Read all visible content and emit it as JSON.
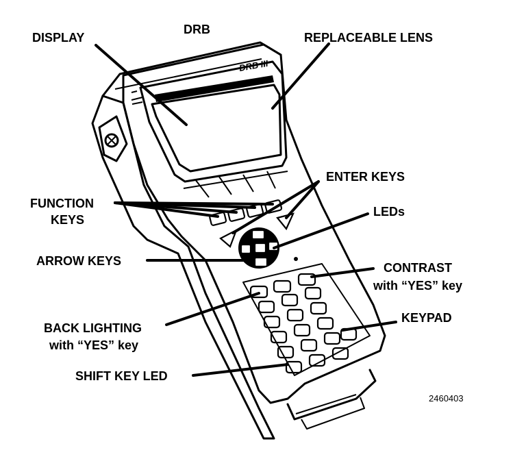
{
  "title": "DRB",
  "device_model": "DRB III",
  "labels": {
    "display": "DISPLAY",
    "replaceable_lens": "REPLACEABLE LENS",
    "enter_keys": "ENTER KEYS",
    "function_keys_line1": "FUNCTION",
    "function_keys_line2": "KEYS",
    "leds": "LEDs",
    "arrow_keys": "ARROW KEYS",
    "contrast_line1": "CONTRAST",
    "contrast_line2": "with “YES” key",
    "back_lighting_line1": "BACK LIGHTING",
    "back_lighting_line2": "with “YES” key",
    "keypad": "KEYPAD",
    "shift_key_led": "SHIFT KEY LED"
  },
  "figure_number": "2460403"
}
